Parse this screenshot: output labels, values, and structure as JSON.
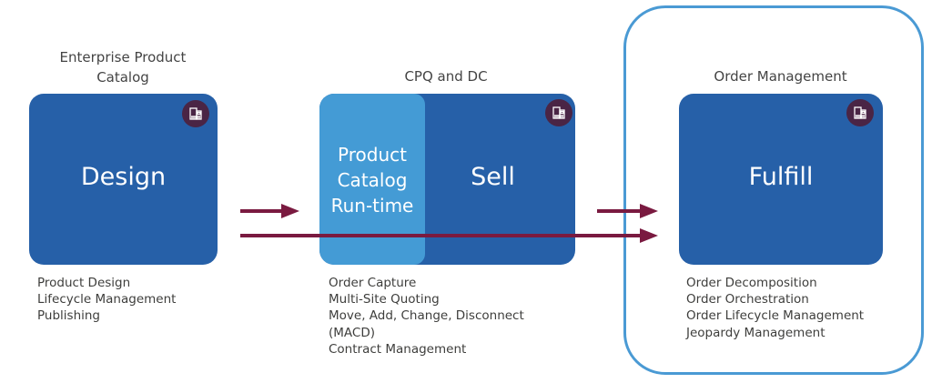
{
  "diagram": {
    "colors": {
      "box": "#2660a8",
      "runtime": "#449bd5",
      "badge": "#4a2545",
      "arrow": "#7a1a40",
      "frame": "#4a9ad4"
    },
    "stages": [
      {
        "title": "Enterprise Product Catalog",
        "title_lines": [
          "Enterprise Product",
          "Catalog"
        ],
        "label": "Design",
        "badge_icon": "building-icon",
        "capabilities": [
          "Product Design",
          "Lifecycle Management",
          "Publishing"
        ]
      },
      {
        "title": "CPQ and DC",
        "label": "Sell",
        "sub_component": {
          "label_lines": [
            "Product",
            "Catalog",
            "Run-time"
          ]
        },
        "badge_icon": "building-icon",
        "capabilities": [
          "Order Capture",
          "Multi-Site Quoting",
          "Move, Add, Change, Disconnect",
          "(MACD)",
          "Contract Management"
        ]
      },
      {
        "title": "Order Management",
        "label": "Fulfill",
        "badge_icon": "building-icon",
        "highlighted": true,
        "capabilities": [
          "Order Decomposition",
          "Order Orchestration",
          "Order Lifecycle Management",
          "Jeopardy Management"
        ]
      }
    ],
    "connectors": [
      {
        "from": "Design",
        "to": "CPQ and DC"
      },
      {
        "from": "Design",
        "to": "Order Management"
      },
      {
        "from": "CPQ and DC",
        "to": "Order Management"
      }
    ]
  }
}
